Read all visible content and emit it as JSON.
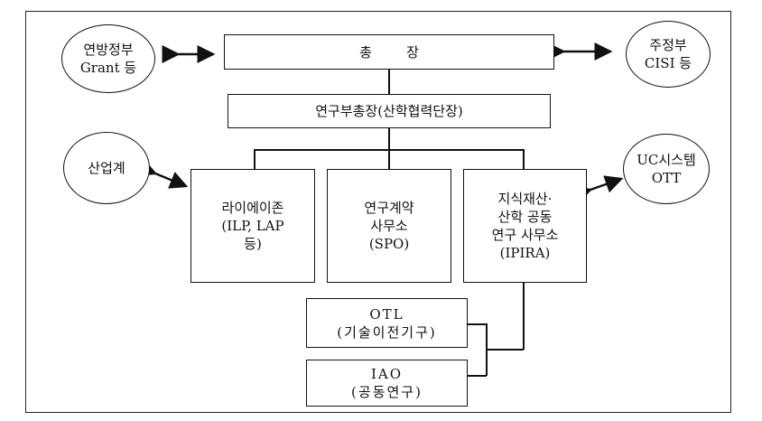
{
  "diagram": {
    "president": "총        장",
    "vice_president": "연구부총장(산학협력단장)",
    "left_circle": {
      "line1": "연방정부",
      "line2": "Grant 등"
    },
    "right_circle": {
      "line1": "주정부",
      "line2": "CISI 등"
    },
    "industry_circle": {
      "line1": "산업계"
    },
    "uc_circle": {
      "line1": "UC시스템",
      "line2": "OTT"
    },
    "units": [
      {
        "line1": "라이에이존",
        "line2": "(ILP, LAP",
        "line3": "등)"
      },
      {
        "line1": "연구계약",
        "line2": "사무소",
        "line3": "(SPO)"
      },
      {
        "line1": "지식재산·",
        "line2": "산학 공동",
        "line3": "연구 사무소",
        "line4": "(IPIRA)"
      }
    ],
    "otl": {
      "line1": "OTL",
      "line2": "(기술이전기구)"
    },
    "iao": {
      "line1": "IAO",
      "line2": "(공동연구)"
    }
  }
}
